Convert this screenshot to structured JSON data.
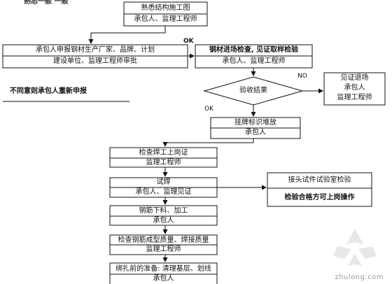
{
  "top_cutoff_text": "熟悉一般   一般",
  "nodes": {
    "familiarize": {
      "line1": "熟悉结构施工图",
      "line2": "承包人、监理工程师"
    },
    "apply_material": {
      "line1": "承包人申报钢材生产厂家、品牌、计划",
      "line2": "建设单位、监理工程师审批"
    },
    "reapply_note": "不同意则承包人重新申报",
    "inspect_material": {
      "line1": "钢材进场检查, 见证取样检验",
      "line2": "承包人、监理工程师"
    },
    "acceptance": "验收结果",
    "reject": {
      "line1": "见证退场",
      "line2": "承包人",
      "line3": "监理工程师"
    },
    "tag_stack": {
      "line1": "挂牌标识堆放",
      "line2": "承包人"
    },
    "welder_cert": {
      "line1": "检查焊工上岗证",
      "line2": "监理工程师"
    },
    "trial_weld": {
      "line1": "试焊",
      "line2": "承包人、监理见证"
    },
    "lab_test": {
      "line1": "接头试件试验室检验",
      "line2": "检验合格方可上岗操作"
    },
    "cutting": {
      "line1": "钢筋下料、加工",
      "line2": "承包人"
    },
    "quality_check": {
      "line1": "检查钢筋成型质量、焊接质量",
      "line2": "监理工程师"
    },
    "prep": {
      "line1": "绑扎前的准备: 清理基层、划线",
      "line2": "承包人"
    }
  },
  "edge_labels": {
    "ok_top": "OK",
    "no": "NO",
    "ok_bottom": "OK"
  },
  "watermark": {
    "text": "zhulong.com"
  }
}
